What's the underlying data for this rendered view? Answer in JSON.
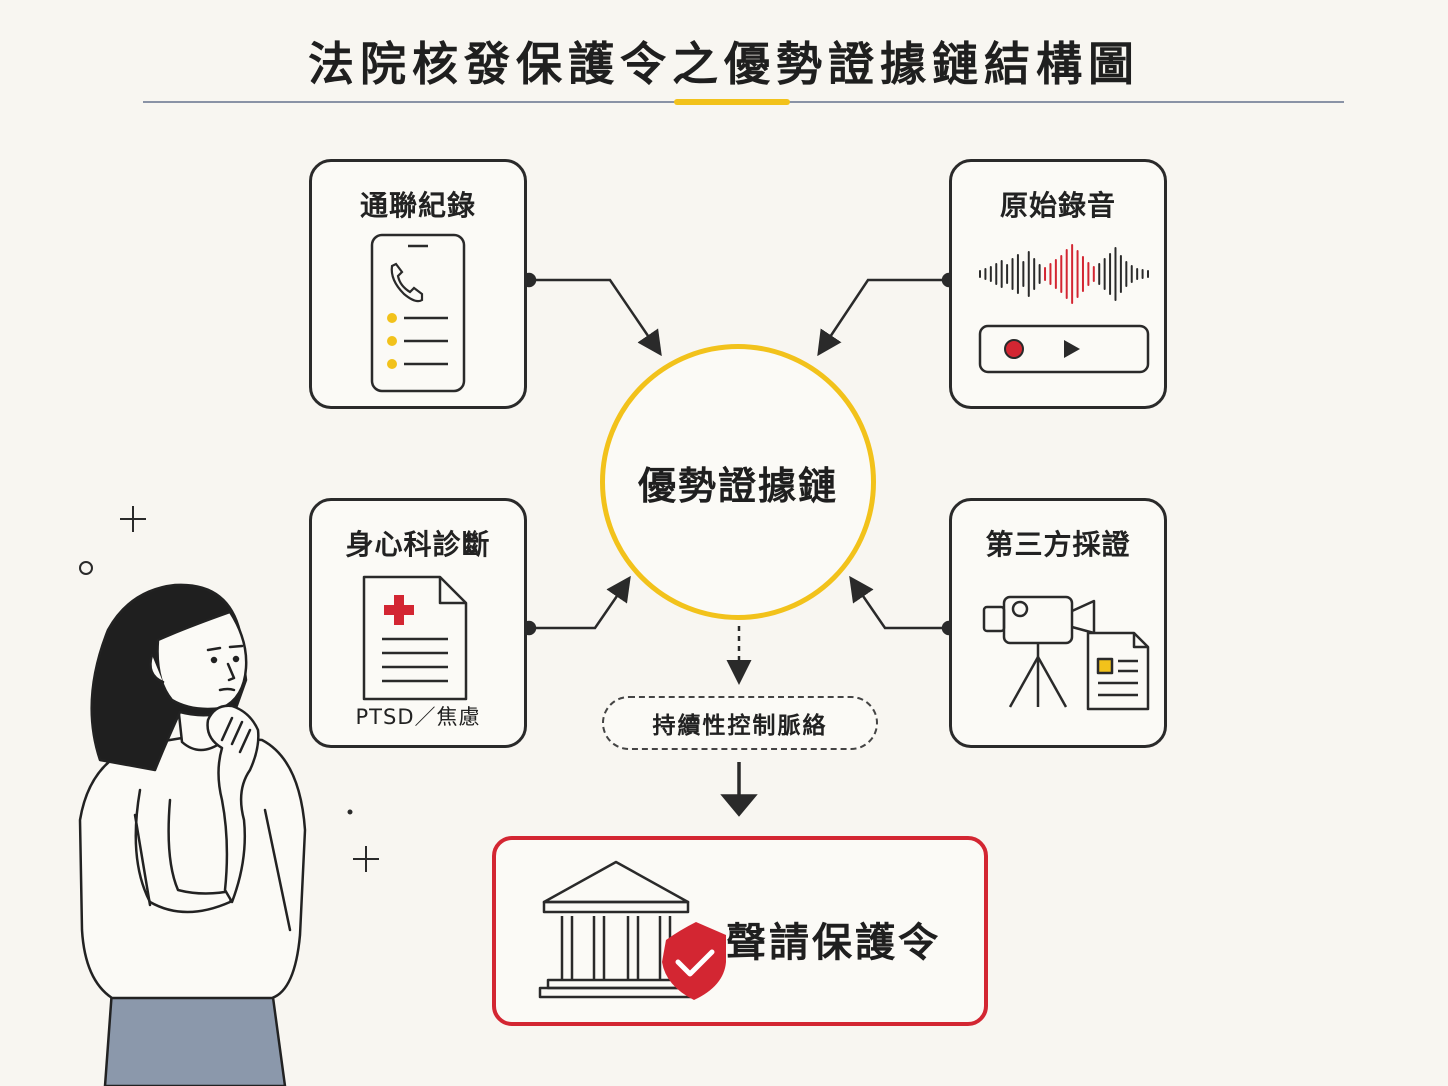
{
  "title": "法院核發保護令之優勢證據鏈結構圖",
  "hub": {
    "label": "優勢證據鏈"
  },
  "cards": {
    "call_records": {
      "label": "通聯紀錄"
    },
    "original_audio": {
      "label": "原始錄音"
    },
    "psych_diagnosis": {
      "label": "身心科診斷",
      "sublabel": "PTSD／焦慮"
    },
    "third_party": {
      "label": "第三方採證"
    }
  },
  "context": {
    "label": "持續性控制脈絡"
  },
  "result": {
    "label": "聲請保護令"
  },
  "colors": {
    "accent_yellow": "#f2c21b",
    "accent_red": "#d32632",
    "line": "#2a2a2a",
    "background": "#f8f6f1"
  },
  "icons": [
    "phone-icon",
    "audio-waveform-icon",
    "record-icon",
    "play-icon",
    "medical-document-icon",
    "video-camera-icon",
    "document-icon",
    "courthouse-icon",
    "shield-check-icon"
  ]
}
